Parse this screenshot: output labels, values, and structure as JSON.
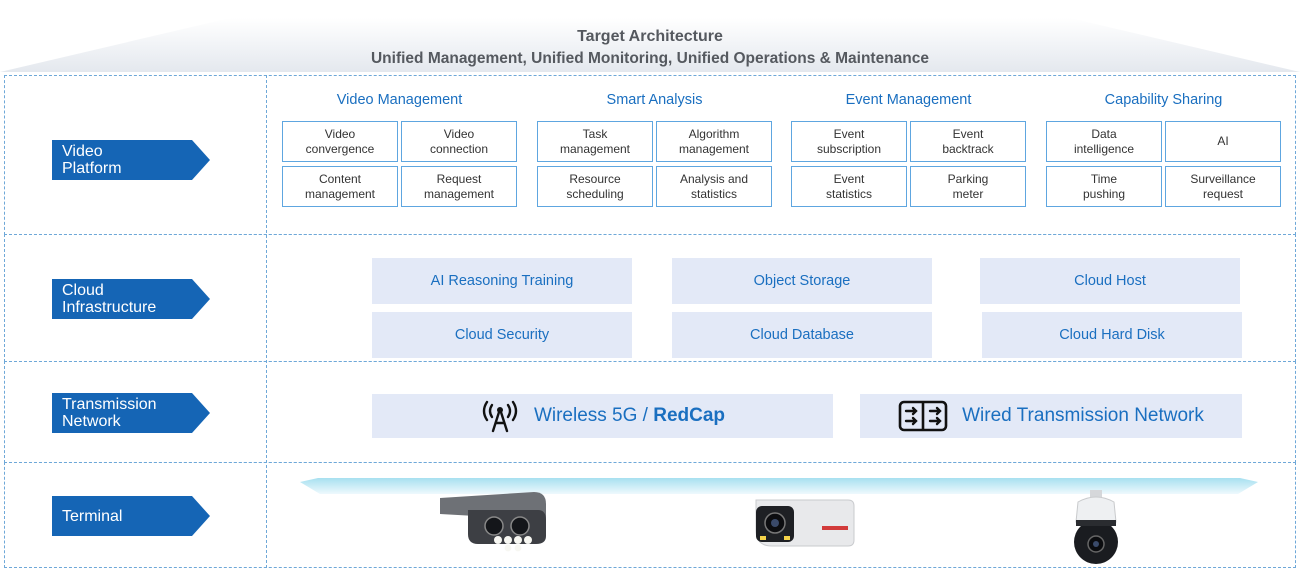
{
  "header": {
    "title": "Target Architecture",
    "subtitle": "Unified Management, Unified Monitoring, Unified Operations & Maintenance"
  },
  "rows": {
    "video_platform": {
      "label": "Video\nPlatform",
      "groups": [
        {
          "title": "Video Management",
          "items": [
            "Video\nconvergence",
            "Video\nconnection",
            "Content\nmanagement",
            "Request\nmanagement"
          ]
        },
        {
          "title": "Smart Analysis",
          "items": [
            "Task\nmanagement",
            "Algorithm\nmanagement",
            "Resource\nscheduling",
            "Analysis and\nstatistics"
          ]
        },
        {
          "title": "Event Management",
          "items": [
            "Event\nsubscription",
            "Event\nbacktrack",
            "Event\nstatistics",
            "Parking\nmeter"
          ]
        },
        {
          "title": "Capability Sharing",
          "items": [
            "Data\nintelligence",
            "AI",
            "Time\npushing",
            "Surveillance\nrequest"
          ]
        }
      ]
    },
    "cloud": {
      "label": "Cloud\nInfrastructure",
      "items": [
        "AI Reasoning Training",
        "Object Storage",
        "Cloud Host",
        "Cloud Security",
        "Cloud Database",
        "Cloud Hard Disk"
      ]
    },
    "transmission": {
      "label": "Transmission\nNetwork",
      "wireless_prefix": "Wireless 5G / ",
      "wireless_bold": "RedCap",
      "wired": "Wired Transmission Network"
    },
    "terminal": {
      "label": "Terminal"
    }
  },
  "colors": {
    "accent_blue": "#1a6fc0",
    "tag_blue": "#1565b5",
    "dashed_border": "#6ea8d8",
    "box_fill": "#e3e9f7"
  }
}
